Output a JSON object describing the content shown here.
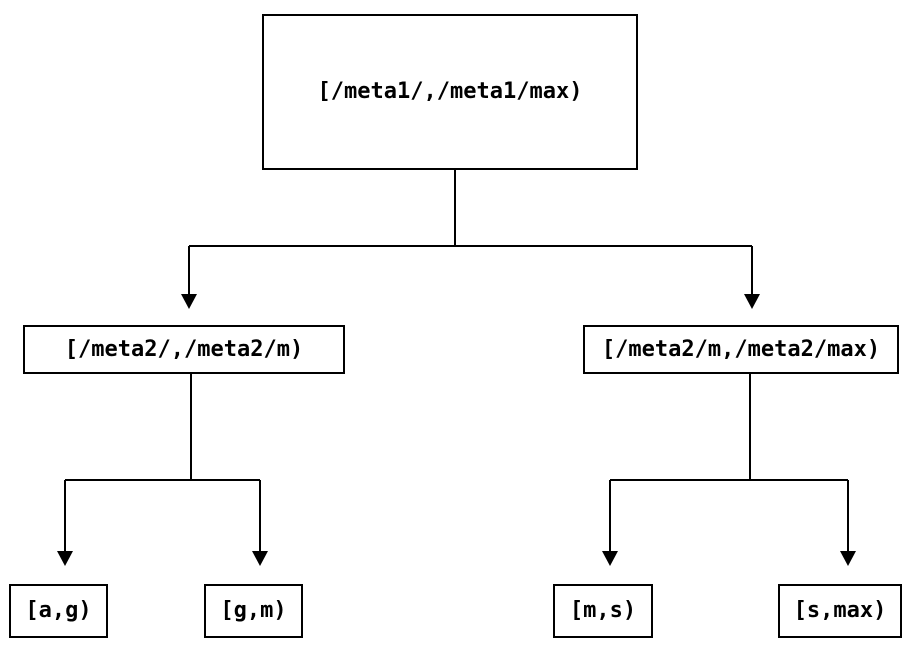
{
  "diagram": {
    "type": "binary-interval-tree",
    "colors": {
      "stroke": "#000000",
      "background": "#ffffff",
      "node_fill": "#ffffff",
      "text": "#000000"
    },
    "nodes": {
      "root": {
        "label": "[/meta1/,/meta1/max)"
      },
      "left_child": {
        "label": "[/meta2/,/meta2/m)"
      },
      "right_child": {
        "label": "[/meta2/m,/meta2/max)"
      },
      "leaf_ag": {
        "label": "[a,g)"
      },
      "leaf_gm": {
        "label": "[g,m)"
      },
      "leaf_ms": {
        "label": "[m,s)"
      },
      "leaf_smax": {
        "label": "[s,max)"
      }
    },
    "edges": [
      {
        "from": "root",
        "to": "left_child"
      },
      {
        "from": "root",
        "to": "right_child"
      },
      {
        "from": "left_child",
        "to": "leaf_ag"
      },
      {
        "from": "left_child",
        "to": "leaf_gm"
      },
      {
        "from": "right_child",
        "to": "leaf_ms"
      },
      {
        "from": "right_child",
        "to": "leaf_smax"
      }
    ]
  }
}
